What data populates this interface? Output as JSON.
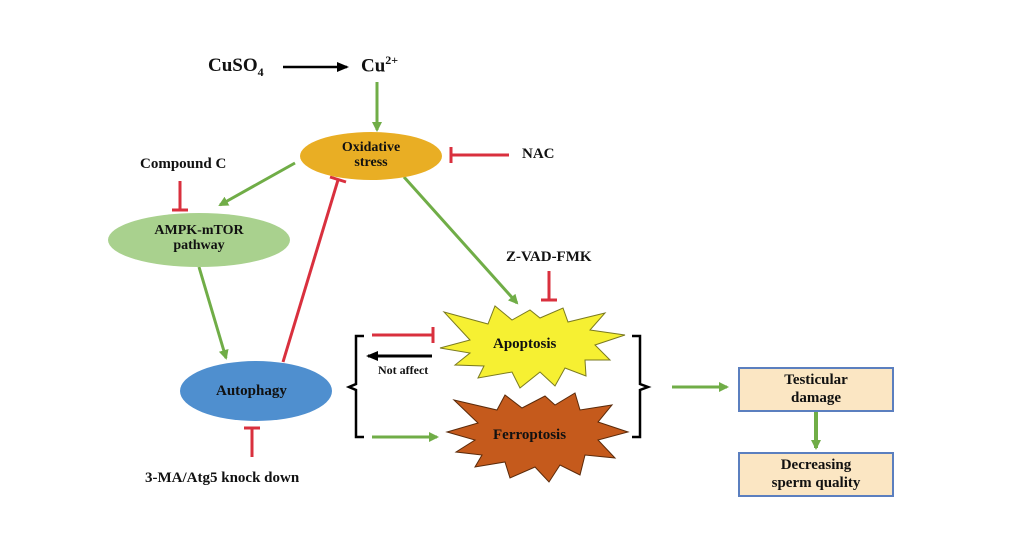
{
  "diagram": {
    "nodes": {
      "cuso4": {
        "base": "CuSO",
        "sub": "4"
      },
      "cu": {
        "base": "Cu",
        "sup": "2+"
      },
      "oxidative_stress": {
        "line1": "Oxidative",
        "line2": "stress"
      },
      "nac": "NAC",
      "compound_c": "Compound C",
      "ampk": {
        "line1": "AMPK-mTOR",
        "line2": "pathway"
      },
      "zvad": "Z-VAD-FMK",
      "apoptosis": "Apoptosis",
      "not_affect": "Not affect",
      "autophagy": "Autophagy",
      "ferroptosis": "Ferroptosis",
      "inhibitor_3ma": "3-MA/Atg5 knock down",
      "testicular": {
        "line1": "Testicular",
        "line2": "damage"
      },
      "sperm": {
        "line1": "Decreasing",
        "line2": "sperm quality"
      }
    },
    "colors": {
      "activate": "#70ad47",
      "inhibit": "#d9303e",
      "neutral": "#000000",
      "oxidative_fill": "#e9ae24",
      "ampk_fill": "#a9d18e",
      "autophagy_fill": "#4f8fcf",
      "apoptosis_fill": "#f6f032",
      "ferroptosis_fill": "#c55a1c",
      "box_fill": "#fbe6c3",
      "box_border": "#5b7fbf"
    },
    "edges": [
      {
        "from": "CuSO4",
        "to": "Cu2+",
        "type": "convert"
      },
      {
        "from": "Cu2+",
        "to": "Oxidative stress",
        "type": "activate"
      },
      {
        "from": "NAC",
        "to": "Oxidative stress",
        "type": "inhibit"
      },
      {
        "from": "Oxidative stress",
        "to": "AMPK-mTOR pathway",
        "type": "activate"
      },
      {
        "from": "Compound C",
        "to": "AMPK-mTOR pathway",
        "type": "inhibit"
      },
      {
        "from": "AMPK-mTOR pathway",
        "to": "Autophagy",
        "type": "activate"
      },
      {
        "from": "Autophagy",
        "to": "Oxidative stress",
        "type": "inhibit"
      },
      {
        "from": "Oxidative stress",
        "to": "Apoptosis",
        "type": "activate"
      },
      {
        "from": "Z-VAD-FMK",
        "to": "Apoptosis",
        "type": "inhibit"
      },
      {
        "from": "Autophagy",
        "to": "Apoptosis",
        "type": "inhibit"
      },
      {
        "from": "Apoptosis",
        "to": "Autophagy",
        "type": "not affect"
      },
      {
        "from": "Autophagy",
        "to": "Ferroptosis",
        "type": "activate"
      },
      {
        "from": "3-MA/Atg5 knock down",
        "to": "Autophagy",
        "type": "inhibit"
      },
      {
        "from": "Apoptosis + Ferroptosis",
        "to": "Testicular damage",
        "type": "activate"
      },
      {
        "from": "Testicular damage",
        "to": "Decreasing sperm quality",
        "type": "activate"
      }
    ]
  }
}
